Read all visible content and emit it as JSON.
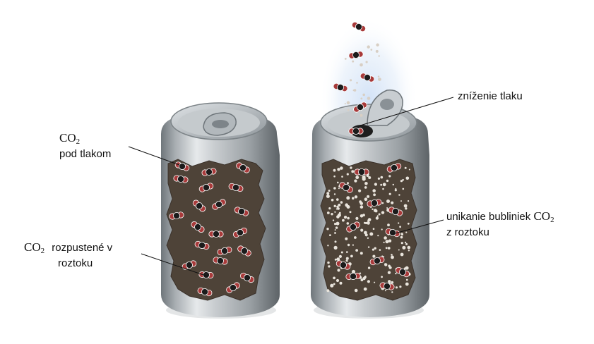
{
  "labels": {
    "co2_pressure": {
      "formula": "CO",
      "sub": "2",
      "text": "pod tlakom"
    },
    "co2_dissolved": {
      "formula": "CO",
      "sub": "2",
      "text_line1": "rozpustené v",
      "text_line2": "roztoku"
    },
    "pressure_drop": {
      "text": "zníženie tlaku"
    },
    "bubbles_escape": {
      "text_line1": "unikanie bubliniek",
      "formula": "CO",
      "sub": "2",
      "text_line2": "z roztoku"
    }
  },
  "colors": {
    "can_metal": "#b9bec2",
    "can_dark": "#7d8489",
    "liquid": "#4e4338",
    "oxygen": "#a83a3a",
    "carbon": "#1b1b1b",
    "bubble": "#e9e4dc",
    "gas_glow": "#d6e4f5"
  }
}
